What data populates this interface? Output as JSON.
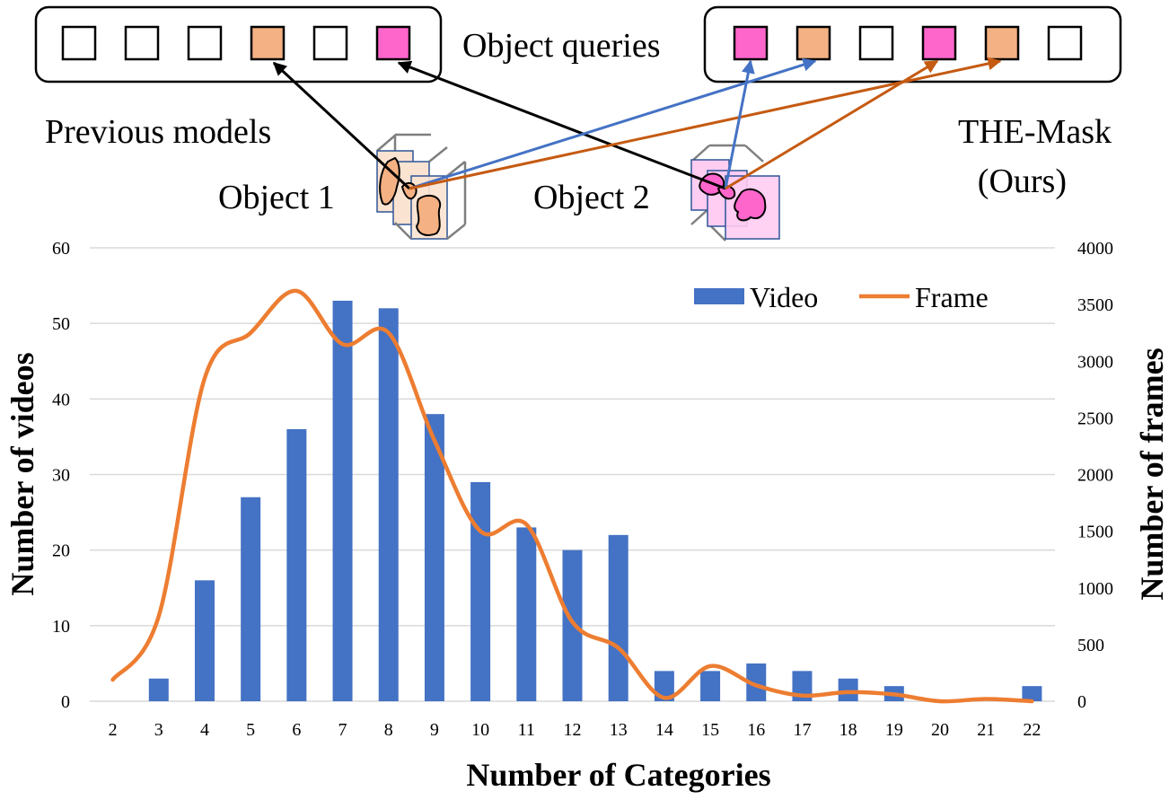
{
  "diagram": {
    "queries_label": "Object queries",
    "previous_label": "Previous models",
    "ours_label_line1": "THE-Mask",
    "ours_label_line2": "(Ours)",
    "object1_label": "Object 1",
    "object2_label": "Object 2",
    "left_queries": [
      "empty",
      "empty",
      "empty",
      "object-1",
      "empty",
      "object-2"
    ],
    "right_queries": [
      "object-2",
      "object-1",
      "empty",
      "object-2",
      "object-1",
      "empty"
    ],
    "colors": {
      "object1_fill": "#f4b183",
      "object1_light": "#fbe3d1",
      "object2_fill": "#ff66cc",
      "object2_light": "#ffccf2",
      "previous_arrow": "#000000",
      "ours_arrow_object2": "#4472c4",
      "ours_arrow_object1": "#c55a11"
    }
  },
  "chart_data": {
    "type": "bar",
    "categories": [
      "2",
      "3",
      "4",
      "5",
      "6",
      "7",
      "8",
      "9",
      "10",
      "11",
      "12",
      "13",
      "14",
      "15",
      "16",
      "17",
      "18",
      "19",
      "20",
      "21",
      "22"
    ],
    "series": [
      {
        "name": "Video",
        "type": "bar",
        "axis": "left",
        "color": "#4472c4",
        "values": [
          0,
          3,
          16,
          27,
          36,
          53,
          52,
          38,
          29,
          23,
          20,
          22,
          4,
          4,
          5,
          4,
          3,
          2,
          0,
          0,
          2
        ]
      },
      {
        "name": "Frame",
        "type": "line",
        "axis": "right",
        "color": "#ed7d31",
        "values": [
          190,
          750,
          2850,
          3250,
          3620,
          3150,
          3250,
          2300,
          1500,
          1560,
          700,
          470,
          30,
          310,
          140,
          50,
          80,
          60,
          0,
          20,
          0
        ]
      }
    ],
    "xlabel": "Number of Categories",
    "ylabel": "Number of videos",
    "y2label": "Number of frames",
    "ylim": [
      0,
      60
    ],
    "y2lim": [
      0,
      4000
    ],
    "yticks": [
      "0",
      "10",
      "20",
      "30",
      "40",
      "50",
      "60"
    ],
    "y2ticks": [
      "0",
      "500",
      "1000",
      "1500",
      "2000",
      "2500",
      "3000",
      "3500",
      "4000"
    ],
    "grid": true,
    "legend": "top-right",
    "legend_labels": [
      "Video",
      "Frame"
    ]
  }
}
